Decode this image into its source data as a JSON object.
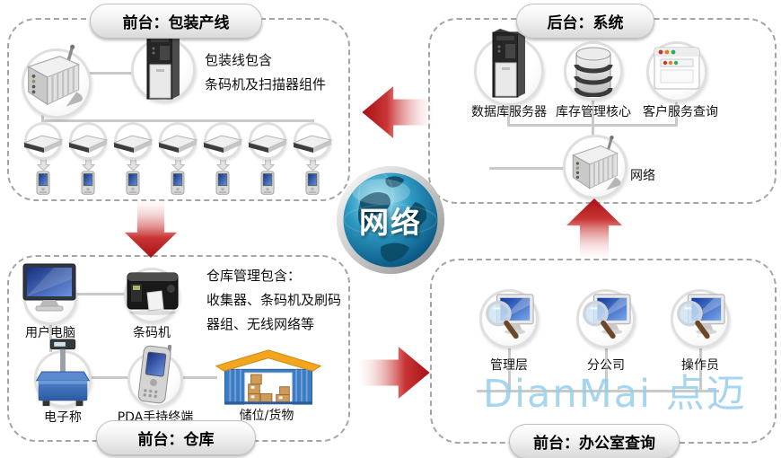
{
  "watermark": "DianMai 点迈",
  "center": {
    "globe_label": "网络"
  },
  "boxes": {
    "packaging": {
      "title": "前台：包装产线",
      "note_line1": "包装线包含",
      "note_line2": "条码机及扫描器组件",
      "scanner_pda_pairs": 7
    },
    "backend": {
      "title": "后台：系统",
      "items": [
        {
          "label": "数据库服务器",
          "icon": "server-tower-icon"
        },
        {
          "label": "库存管理核心",
          "icon": "database-icon"
        },
        {
          "label": "客户服务查询",
          "icon": "browser-window-icon"
        }
      ],
      "router_label": "网络"
    },
    "warehouse": {
      "title": "前台：仓库",
      "note_line1": "仓库管理包含：",
      "note_line2": "收集器、条码机及刷码",
      "note_line3": "器组、无线网络等",
      "items": [
        {
          "label": "用户电脑",
          "icon": "monitor-icon"
        },
        {
          "label": "条码机",
          "icon": "barcode-printer-icon"
        },
        {
          "label": "电子称",
          "icon": "scale-icon"
        },
        {
          "label": "PDA手持终端",
          "icon": "pda-icon"
        },
        {
          "label": "储位/货物",
          "icon": "warehouse-icon"
        }
      ]
    },
    "office": {
      "title": "前台：办公室查询",
      "items": [
        {
          "label": "管理层",
          "icon": "query-computer-icon"
        },
        {
          "label": "分公司",
          "icon": "query-computer-icon"
        },
        {
          "label": "操作员",
          "icon": "query-computer-icon"
        }
      ]
    }
  },
  "colors": {
    "arrow_red": "#a81016",
    "dashed_border": "#a5a5a5",
    "connector_gray": "#c9c9c9",
    "globe_blue": "#1479a8",
    "watermark_blue": "#96cEec"
  }
}
